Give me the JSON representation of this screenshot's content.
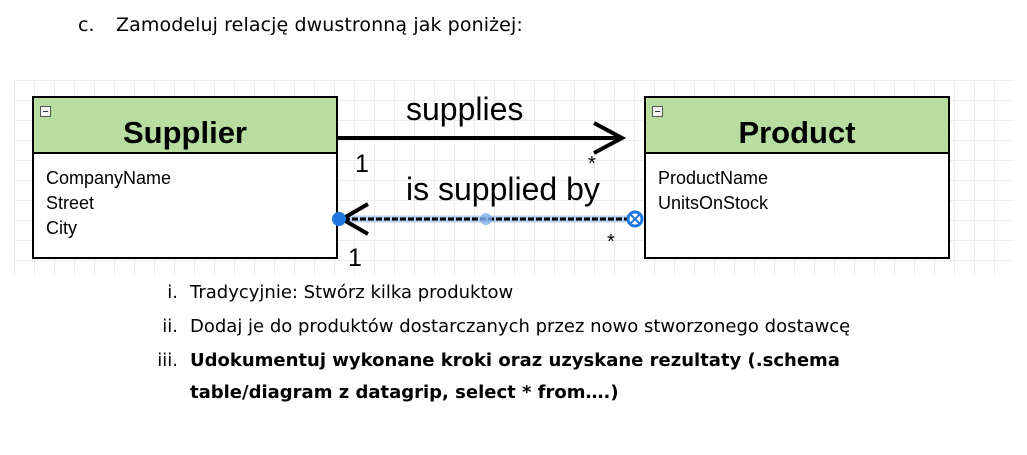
{
  "heading": {
    "marker": "c.",
    "text": "Zamodeluj relację dwustronną jak poniżej:"
  },
  "diagram": {
    "entities": [
      {
        "id": "supplier",
        "name": "Supplier",
        "attributes": [
          "CompanyName",
          "Street",
          "City"
        ]
      },
      {
        "id": "product",
        "name": "Product",
        "attributes": [
          "ProductName",
          "UnitsOnStock"
        ]
      }
    ],
    "relations": [
      {
        "label": "supplies",
        "source_multiplicity": "1",
        "target_multiplicity": "*"
      },
      {
        "label": "is supplied by",
        "source_multiplicity": "*",
        "target_multiplicity": "1"
      }
    ],
    "colors": {
      "entity_header": "#b7dea0",
      "selection_handle": "#1f77e0",
      "border": "#000000"
    }
  },
  "steps": [
    {
      "num": "i.",
      "text": "Tradycyjnie: Stwórz kilka produktow"
    },
    {
      "num": "ii.",
      "text": "Dodaj je do produktów dostarczanych przez nowo stworzonego dostawcę"
    },
    {
      "num": "iii.",
      "text": "Udokumentuj wykonane kroki oraz uzyskane rezultaty  (.schema table/diagram z datagrip, select * from….)"
    }
  ]
}
